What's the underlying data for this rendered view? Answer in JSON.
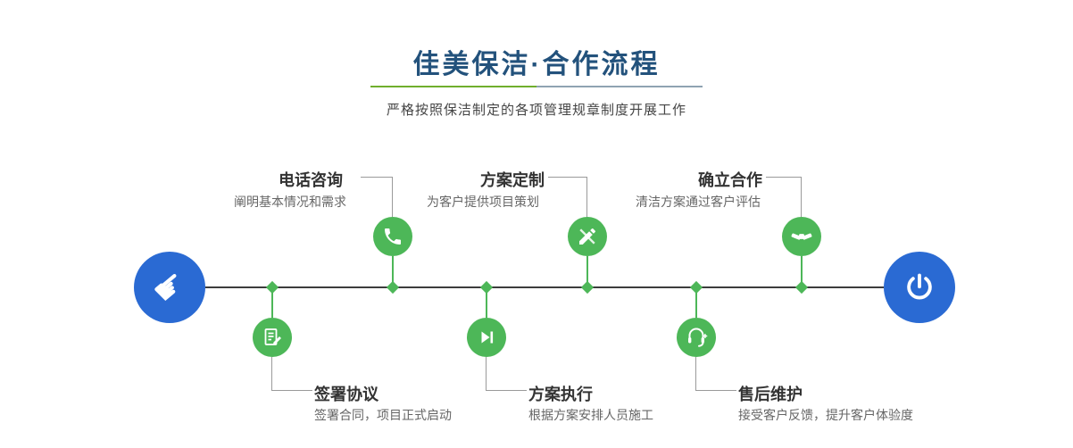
{
  "header": {
    "title": "佳美保洁·合作流程",
    "subtitle": "严格按照保洁制定的各项管理规章制度开展工作"
  },
  "timeline": {
    "start_icon": "pointing-hand-icon",
    "end_icon": "power-icon",
    "top_steps": [
      {
        "title": "电话咨询",
        "desc": "阐明基本情况和需求",
        "icon": "phone-icon"
      },
      {
        "title": "方案定制",
        "desc": "为客户提供项目策划",
        "icon": "design-tools-icon"
      },
      {
        "title": "确立合作",
        "desc": "清洁方案通过客户评估",
        "icon": "handshake-icon"
      }
    ],
    "bottom_steps": [
      {
        "title": "签署协议",
        "desc": "签署合同，项目正式启动",
        "icon": "contract-icon"
      },
      {
        "title": "方案执行",
        "desc": "根据方案安排人员施工",
        "icon": "play-next-icon"
      },
      {
        "title": "售后维护",
        "desc": "接受客户反馈，提升客户体验度",
        "icon": "headset-plus-icon"
      }
    ],
    "colors": {
      "blue": "#2a6ad3",
      "green": "#4db758",
      "line": "#3c3c3c",
      "title_navy": "#23527c",
      "divider_green": "#6fae2d",
      "divider_gray": "#8fa3b2"
    }
  }
}
